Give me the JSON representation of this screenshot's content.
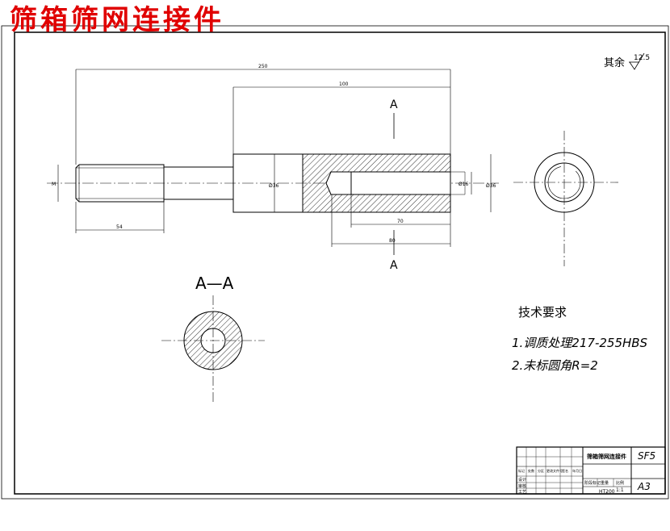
{
  "title_overlay": "筛箱筛网连接件",
  "roughness": {
    "label": "其余",
    "value": "12.5"
  },
  "section": {
    "cut_label_top": "A",
    "cut_label_bottom": "A",
    "view_title": "A—A"
  },
  "dimensions": {
    "overall_length": "250",
    "body_length": "100",
    "thread_length": "54",
    "bore_depth": "70",
    "bore_depth_2": "80",
    "thread_diameter": "M",
    "body_diameter": "Ø36",
    "bore_diameter": "Ø16",
    "outer_diameter": "Ø36"
  },
  "technical_requirements": {
    "heading": "技术要求",
    "items": [
      "1.调质处理217-255HBS",
      "2.未标圆角R=2"
    ]
  },
  "title_block": {
    "part_name": "筛箱筛网连接件",
    "drawing_code": "SF5",
    "material": "HT200",
    "scale": "1:1",
    "sheet_size": "A3",
    "headers": [
      "标记",
      "处数",
      "分区",
      "更改文件号",
      "签名",
      "年月日"
    ],
    "roles": [
      "设计",
      "审核",
      "工艺"
    ],
    "stage_labels": [
      "阶段标记",
      "重量",
      "比例"
    ]
  }
}
